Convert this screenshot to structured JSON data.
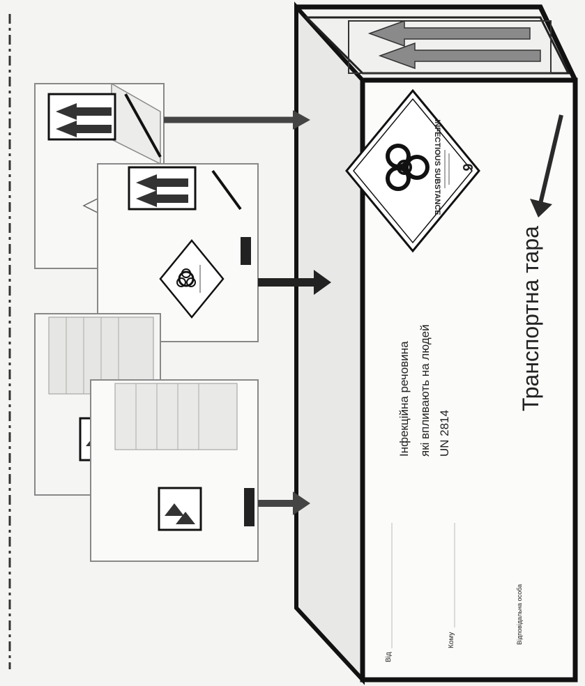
{
  "outer_box": {
    "label": "Транспортна тара",
    "hazard_label": {
      "text": "INFECTIOUS SUBSTANCE",
      "class_number": "6"
    },
    "contents": {
      "line1": "Інфекційна речовина",
      "line2": "які впливають на людей",
      "line3": "UN 2814"
    },
    "address": {
      "from": "Від",
      "to": "Кому",
      "responsible": "Відповідальна особа"
    }
  },
  "caption_fragment": "",
  "colors": {
    "ink": "#111111",
    "arrow_fill": "#8a8a8a",
    "pointer": "#2a2a2a",
    "paper": "#f4f4f2",
    "box_face": "#fbfbfa"
  }
}
